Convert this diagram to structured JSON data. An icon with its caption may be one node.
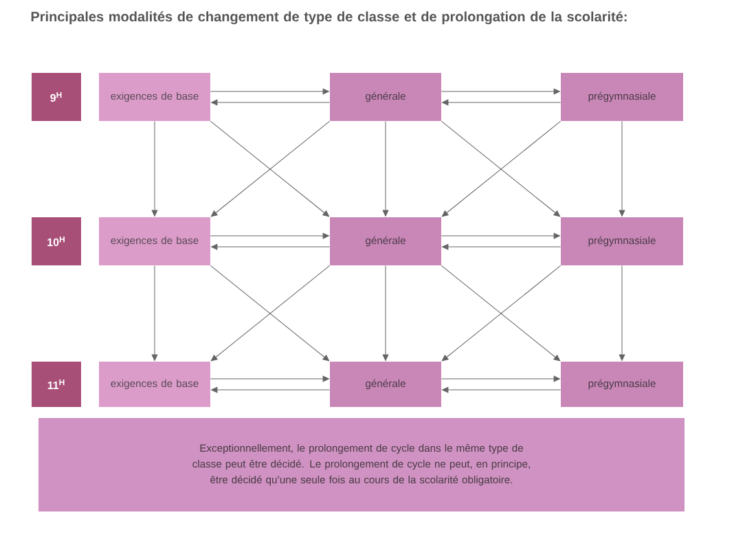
{
  "diagram": {
    "title": "Principales modalités de changement de type de classe et de prolongation de la scolarité:",
    "nodes": [
      {
        "text": [
          "9$^{H}$"
        ]
      },
      {
        "text": [
          "exigences de base"
        ]
      },
      {
        "text": [
          "générale"
        ]
      },
      {
        "text": [
          "prégymnasiale"
        ]
      },
      {
        "text": [
          "10$^{H}$"
        ]
      },
      {
        "text": [
          "exigences de base"
        ]
      },
      {
        "text": [
          "générale"
        ]
      },
      {
        "text": [
          "prégymnasiale"
        ]
      },
      {
        "text": [
          "11$^{H}$"
        ]
      },
      {
        "text": [
          "exigences de base"
        ]
      },
      {
        "text": [
          "générale"
        ]
      },
      {
        "text": [
          "prégymnasiale"
        ]
      },
      {
        "text": [
          "Exceptionnellement, le prolongement de cycle dans le même type de classe peut être décidé. Le prolongement de cycle ne peut, en principe, être décidé qu’une seule fois au cours de la scolarité obligatoire."
        ]
      }
    ],
    "edges": [
      {
        "from": 1,
        "to": 2,
        "arrow": "to"
      },
      {
        "from": 2,
        "to": 1,
        "arrow": "to"
      },
      {
        "from": 2,
        "to": 3,
        "arrow": "to"
      },
      {
        "from": 3,
        "to": 2,
        "arrow": "to"
      },
      {
        "from": 1,
        "to": 5,
        "arrow": "to"
      },
      {
        "from": 1,
        "to": 6,
        "arrow": "to"
      },
      {
        "from": 2,
        "to": 5,
        "arrow": "to"
      },
      {
        "from": 2,
        "to": 6,
        "arrow": "to"
      },
      {
        "from": 2,
        "to": 7,
        "arrow": "to"
      },
      {
        "from": 3,
        "to": 6,
        "arrow": "to"
      },
      {
        "from": 3,
        "to": 7,
        "arrow": "to"
      },
      {
        "from": 5,
        "to": 6,
        "arrow": "to"
      },
      {
        "from": 6,
        "to": 5,
        "arrow": "to"
      },
      {
        "from": 6,
        "to": 7,
        "arrow": "to"
      },
      {
        "from": 7,
        "to": 6,
        "arrow": "to"
      },
      {
        "from": 5,
        "to": 9,
        "arrow": "to"
      },
      {
        "from": 5,
        "to": 10,
        "arrow": "to"
      },
      {
        "from": 6,
        "to": 9,
        "arrow": "to"
      },
      {
        "from": 6,
        "to": 10,
        "arrow": "to"
      },
      {
        "from": 6,
        "to": 11,
        "arrow": "to"
      },
      {
        "from": 7,
        "to": 10,
        "arrow": "to"
      },
      {
        "from": 7,
        "to": 11,
        "arrow": "to"
      },
      {
        "from": 9,
        "to": 10,
        "arrow": "to"
      },
      {
        "from": 10,
        "to": 9,
        "arrow": "to"
      },
      {
        "from": 10,
        "to": 11,
        "arrow": "to"
      },
      {
        "from": 11,
        "to": 10,
        "arrow": "to"
      }
    ]
  }
}
